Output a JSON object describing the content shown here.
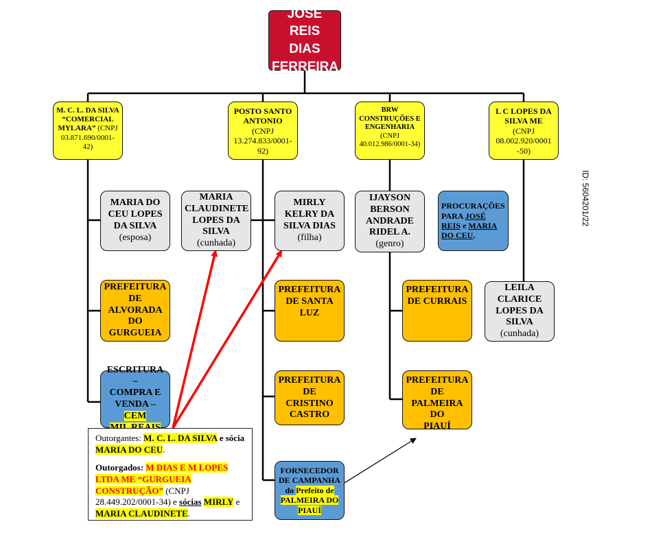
{
  "root": {
    "line1": "JOSE REIS",
    "line2": "DIAS",
    "line3": "FERREIRA"
  },
  "companies": [
    {
      "line1": "M. C. L. DA SILVA",
      "line2": "“COMERCIAL",
      "line3": "MYLARA”",
      "line3_suffix": " (CNPJ",
      "line4": "03.871.690/0001-42)"
    },
    {
      "line1": "POSTO SANTO",
      "line2": "ANTONIO",
      "line2_suffix": " (CNPJ",
      "line3": "13.274.833/0001-",
      "line4": "92)"
    },
    {
      "line1": "BRW",
      "line2": "CONSTRUÇÕES E",
      "line3": "ENGENHARIA",
      "line4": "(CNPJ",
      "line5": "40.012.986/0001-34)"
    },
    {
      "line1": "L C LOPES DA",
      "line2": "SILVA ME",
      "line3": "(CNPJ",
      "line4": "08.002.920/0001",
      "line5": "-50)"
    }
  ],
  "persons": [
    {
      "l1": "MARIA DO",
      "l2": "CEU LOPES",
      "l3": "DA SILVA",
      "role": "(esposa)"
    },
    {
      "l1": "MARIA",
      "l2": "CLAUDINETE",
      "l3": "LOPES DA",
      "l4": "SILVA",
      "role": "(cunhada)"
    },
    {
      "l1": "MIRLY",
      "l2": "KELRY DA",
      "l3": "SILVA DIAS",
      "role": "(filha)"
    },
    {
      "l1": "IJAYSON",
      "l2": "BERSON",
      "l3": "ANDRADE",
      "l4": "RIDEL A.",
      "role": "(genro)"
    },
    {
      "l1": "LEILA",
      "l2": "CLARICE",
      "l3": "LOPES DA",
      "l4": "SILVA",
      "role": "(cunhada)"
    }
  ],
  "prefeituras": [
    {
      "l1": "PREFEITURA",
      "l2": "DE",
      "l3": "ALVORADA",
      "l4": "DO",
      "l5": "GURGUEIA"
    },
    {
      "l1": "PREFEITURA",
      "l2": "DE SANTA",
      "l3": "LUZ"
    },
    {
      "l1": "PREFEITURA",
      "l2": "DE CRISTINO",
      "l3": "CASTRO"
    },
    {
      "l1": "PREFEITURA",
      "l2": "DE CURRAIS"
    },
    {
      "l1": "PREFEITURA",
      "l2": "DE",
      "l3": "PALMEIRA DO",
      "l4": "PIAUÍ"
    }
  ],
  "procuracoes": {
    "l1": "PROCURAÇÕES",
    "l2a": "PARA ",
    "l2b": "JOSÉ",
    "l3a": "REIS",
    "l3b": " e ",
    "l3c": "MARIA",
    "l4a": "DO CEU",
    "l4b": "."
  },
  "escritura": {
    "l1": "ESCRITURA –",
    "l2": "COMPRA E",
    "l3a": "VENDA – ",
    "l3b": "CEM",
    "l4": "MIL REAIS"
  },
  "fornecedor": {
    "l1": "FORNECEDOR",
    "l2": "DE CAMPANHA",
    "l3a": "do ",
    "l3b": "Prefeito de",
    "l4": "PALMEIRA DO",
    "l5": "PIAUÍ"
  },
  "note": {
    "outorgantes_label": "Outorgantes: ",
    "outorgantes_name1": "M. C. L. DA SILVA",
    "outorgantes_mid": " e sócia",
    "outorgantes_name2": "MARIA DO CEU",
    "outorgantes_end": ".",
    "outorgados_label": "Outorgados: ",
    "outorgados_co1": "M DIAS E M LOPES",
    "outorgados_co2": "LTDA ME “GURGUEIA",
    "outorgados_co3": "CONSTRUÇÃO”",
    "outorgados_cnpj1": " (CNPJ",
    "outorgados_cnpj2": "28.449.202/0001-34) e ",
    "outorgados_socias": "sócias",
    "outorgados_sp": " ",
    "outorgados_mirly": "MIRLY",
    "outorgados_e": " e",
    "outorgados_claudinete": "MARIA CLAUDINETE",
    "outorgados_end": "."
  },
  "side_id": "ID: 5604201/22",
  "colors": {
    "root": "#c8102e",
    "company": "#ffff33",
    "person": "#e6e6e6",
    "prefeitura": "#ffc000",
    "document": "#5b9bd5",
    "arrow": "#ff0000"
  }
}
